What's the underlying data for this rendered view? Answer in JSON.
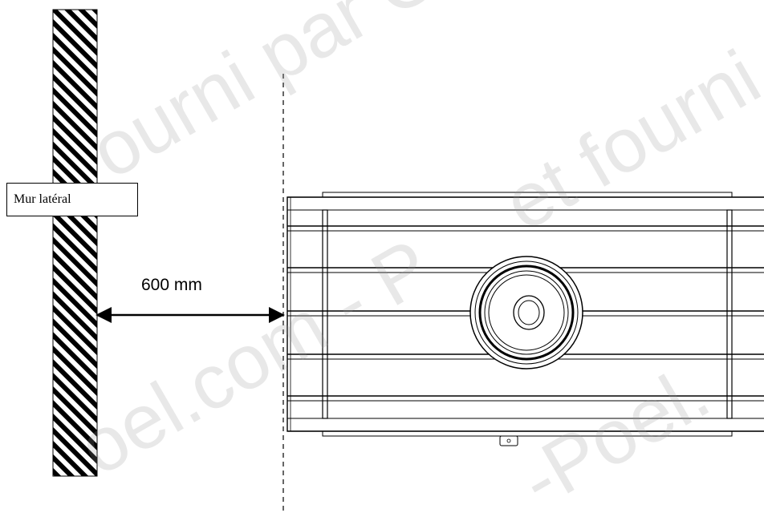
{
  "labels": {
    "wall": "Mur latéral",
    "distance": "600 mm"
  },
  "watermark": {
    "text_1": "ourni par O-Po",
    "text_2": "et fourni pa",
    "text_3": "oel.com - P",
    "text_4": "-Poel."
  },
  "colors": {
    "line": "#000000",
    "background": "#ffffff"
  }
}
